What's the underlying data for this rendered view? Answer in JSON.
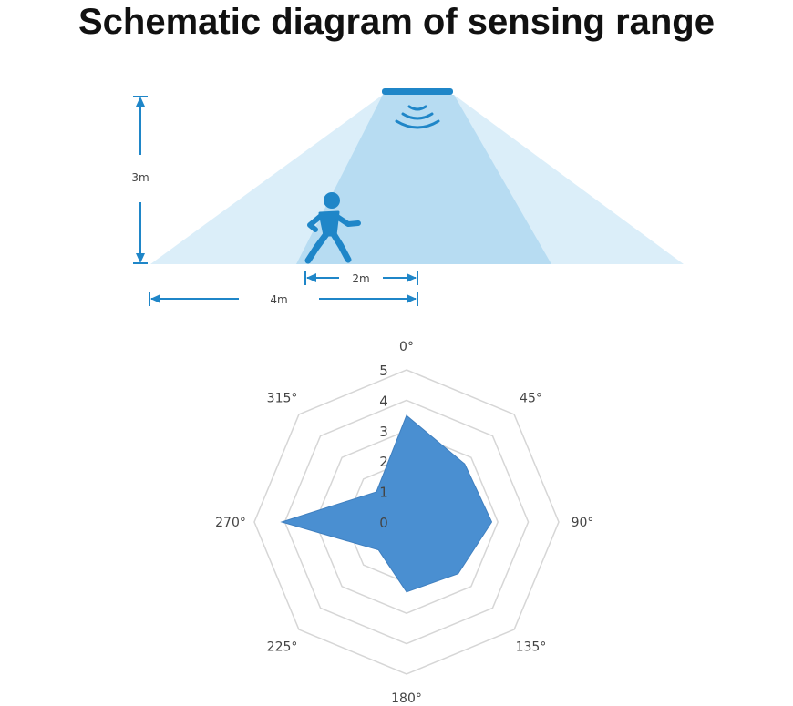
{
  "title": "Schematic diagram of sensing range",
  "side_view": {
    "height_label": "3m",
    "inner_width_label": "2m",
    "outer_width_label": "4m",
    "colors": {
      "outer_beam": "#dbeef9",
      "inner_beam": "#b7dcf2",
      "accent": "#1f86c8"
    },
    "icons": [
      "sensor-icon",
      "walking-person-icon",
      "signal-wave-icon"
    ]
  },
  "chart_data": {
    "type": "radar",
    "axes": [
      "0°",
      "45°",
      "90°",
      "135°",
      "180°",
      "225°",
      "270°",
      "315°"
    ],
    "radial_ticks": [
      "0",
      "1",
      "2",
      "3",
      "4",
      "5"
    ],
    "rmax": 5,
    "series": [
      {
        "values": [
          3.5,
          2.7,
          2.8,
          2.4,
          2.3,
          1.3,
          4.1,
          1.4
        ],
        "color": "#4a8fd1"
      }
    ],
    "grid": true
  }
}
